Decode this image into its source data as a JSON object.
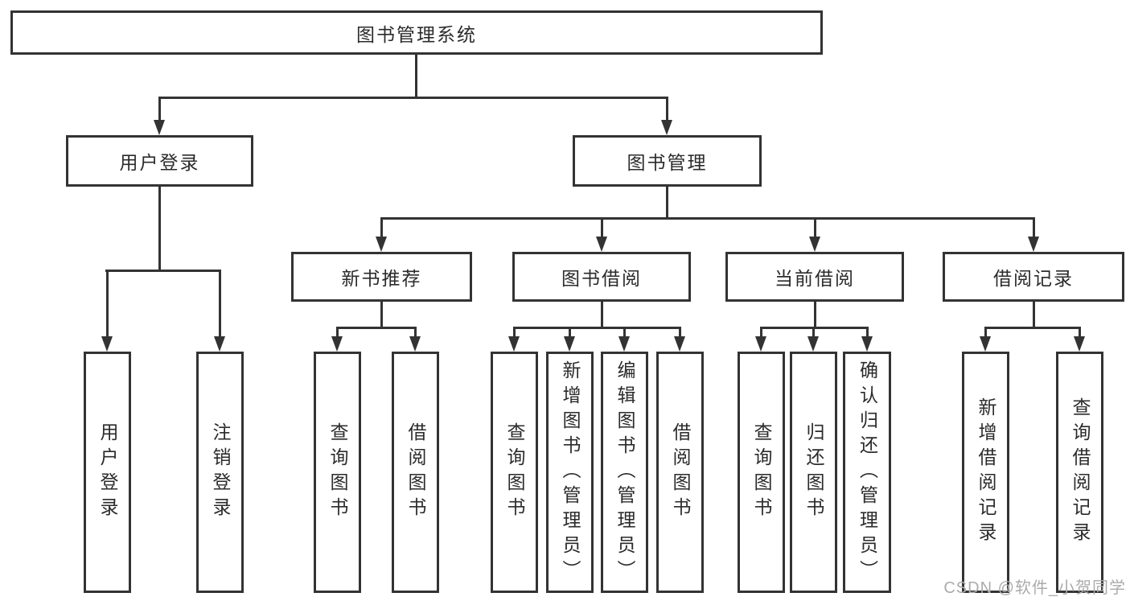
{
  "diagram": {
    "root": "图书管理系统",
    "branches": [
      {
        "label": "用户登录",
        "children": [
          "用户登录",
          "注销登录"
        ]
      },
      {
        "label": "图书管理",
        "sections": [
          {
            "label": "新书推荐",
            "children": [
              "查询图书",
              "借阅图书"
            ]
          },
          {
            "label": "图书借阅",
            "children": [
              "查询图书",
              "新增图书（管理员）",
              "编辑图书（管理员）",
              "借阅图书"
            ]
          },
          {
            "label": "当前借阅",
            "children": [
              "查询图书",
              "归还图书",
              "确认归还（管理员）"
            ]
          },
          {
            "label": "借阅记录",
            "children": [
              "新增借阅记录",
              "查询借阅记录"
            ]
          }
        ]
      }
    ],
    "watermark": "CSDN @软件_小贺同学",
    "colors": {
      "line": "#333333",
      "text": "#2b2b2b",
      "background": "#ffffff",
      "watermark": "#ababab"
    }
  }
}
